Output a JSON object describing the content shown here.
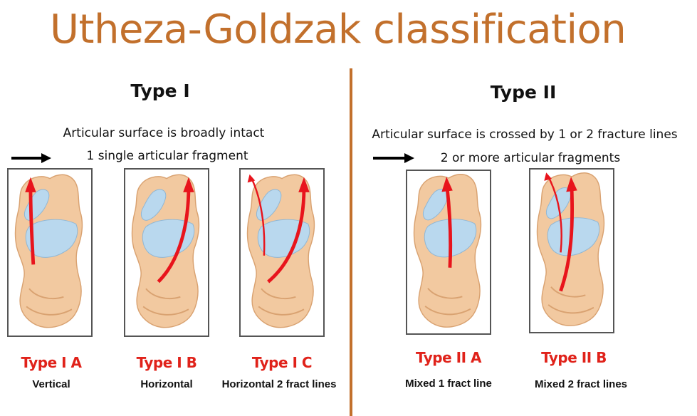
{
  "title": "Utheza-Goldzak classification",
  "type1": {
    "heading": "Type I",
    "line1": "Articular surface is broadly intact",
    "line2": "1 single articular fragment",
    "panels": [
      {
        "label": "Type I A",
        "desc": "Vertical"
      },
      {
        "label": "Type I B",
        "desc": "Horizontal"
      },
      {
        "label": "Type I C",
        "desc": "Horizontal 2 fract lines"
      }
    ]
  },
  "type2": {
    "heading": "Type II",
    "line1": "Articular surface is crossed by 1 or 2 fracture lines",
    "line2": "2 or more articular fragments",
    "panels": [
      {
        "label": "Type II A",
        "desc": "Mixed 1 fract line"
      },
      {
        "label": "Type II B",
        "desc": "Mixed 2 fract lines"
      }
    ]
  },
  "colors": {
    "title": "#c2702c",
    "divider": "#c2702c",
    "fracture_line": "#e8141c",
    "caption": "#e0221a",
    "bone": "#f2c9a0",
    "articular_surface": "#b9d8ee"
  }
}
